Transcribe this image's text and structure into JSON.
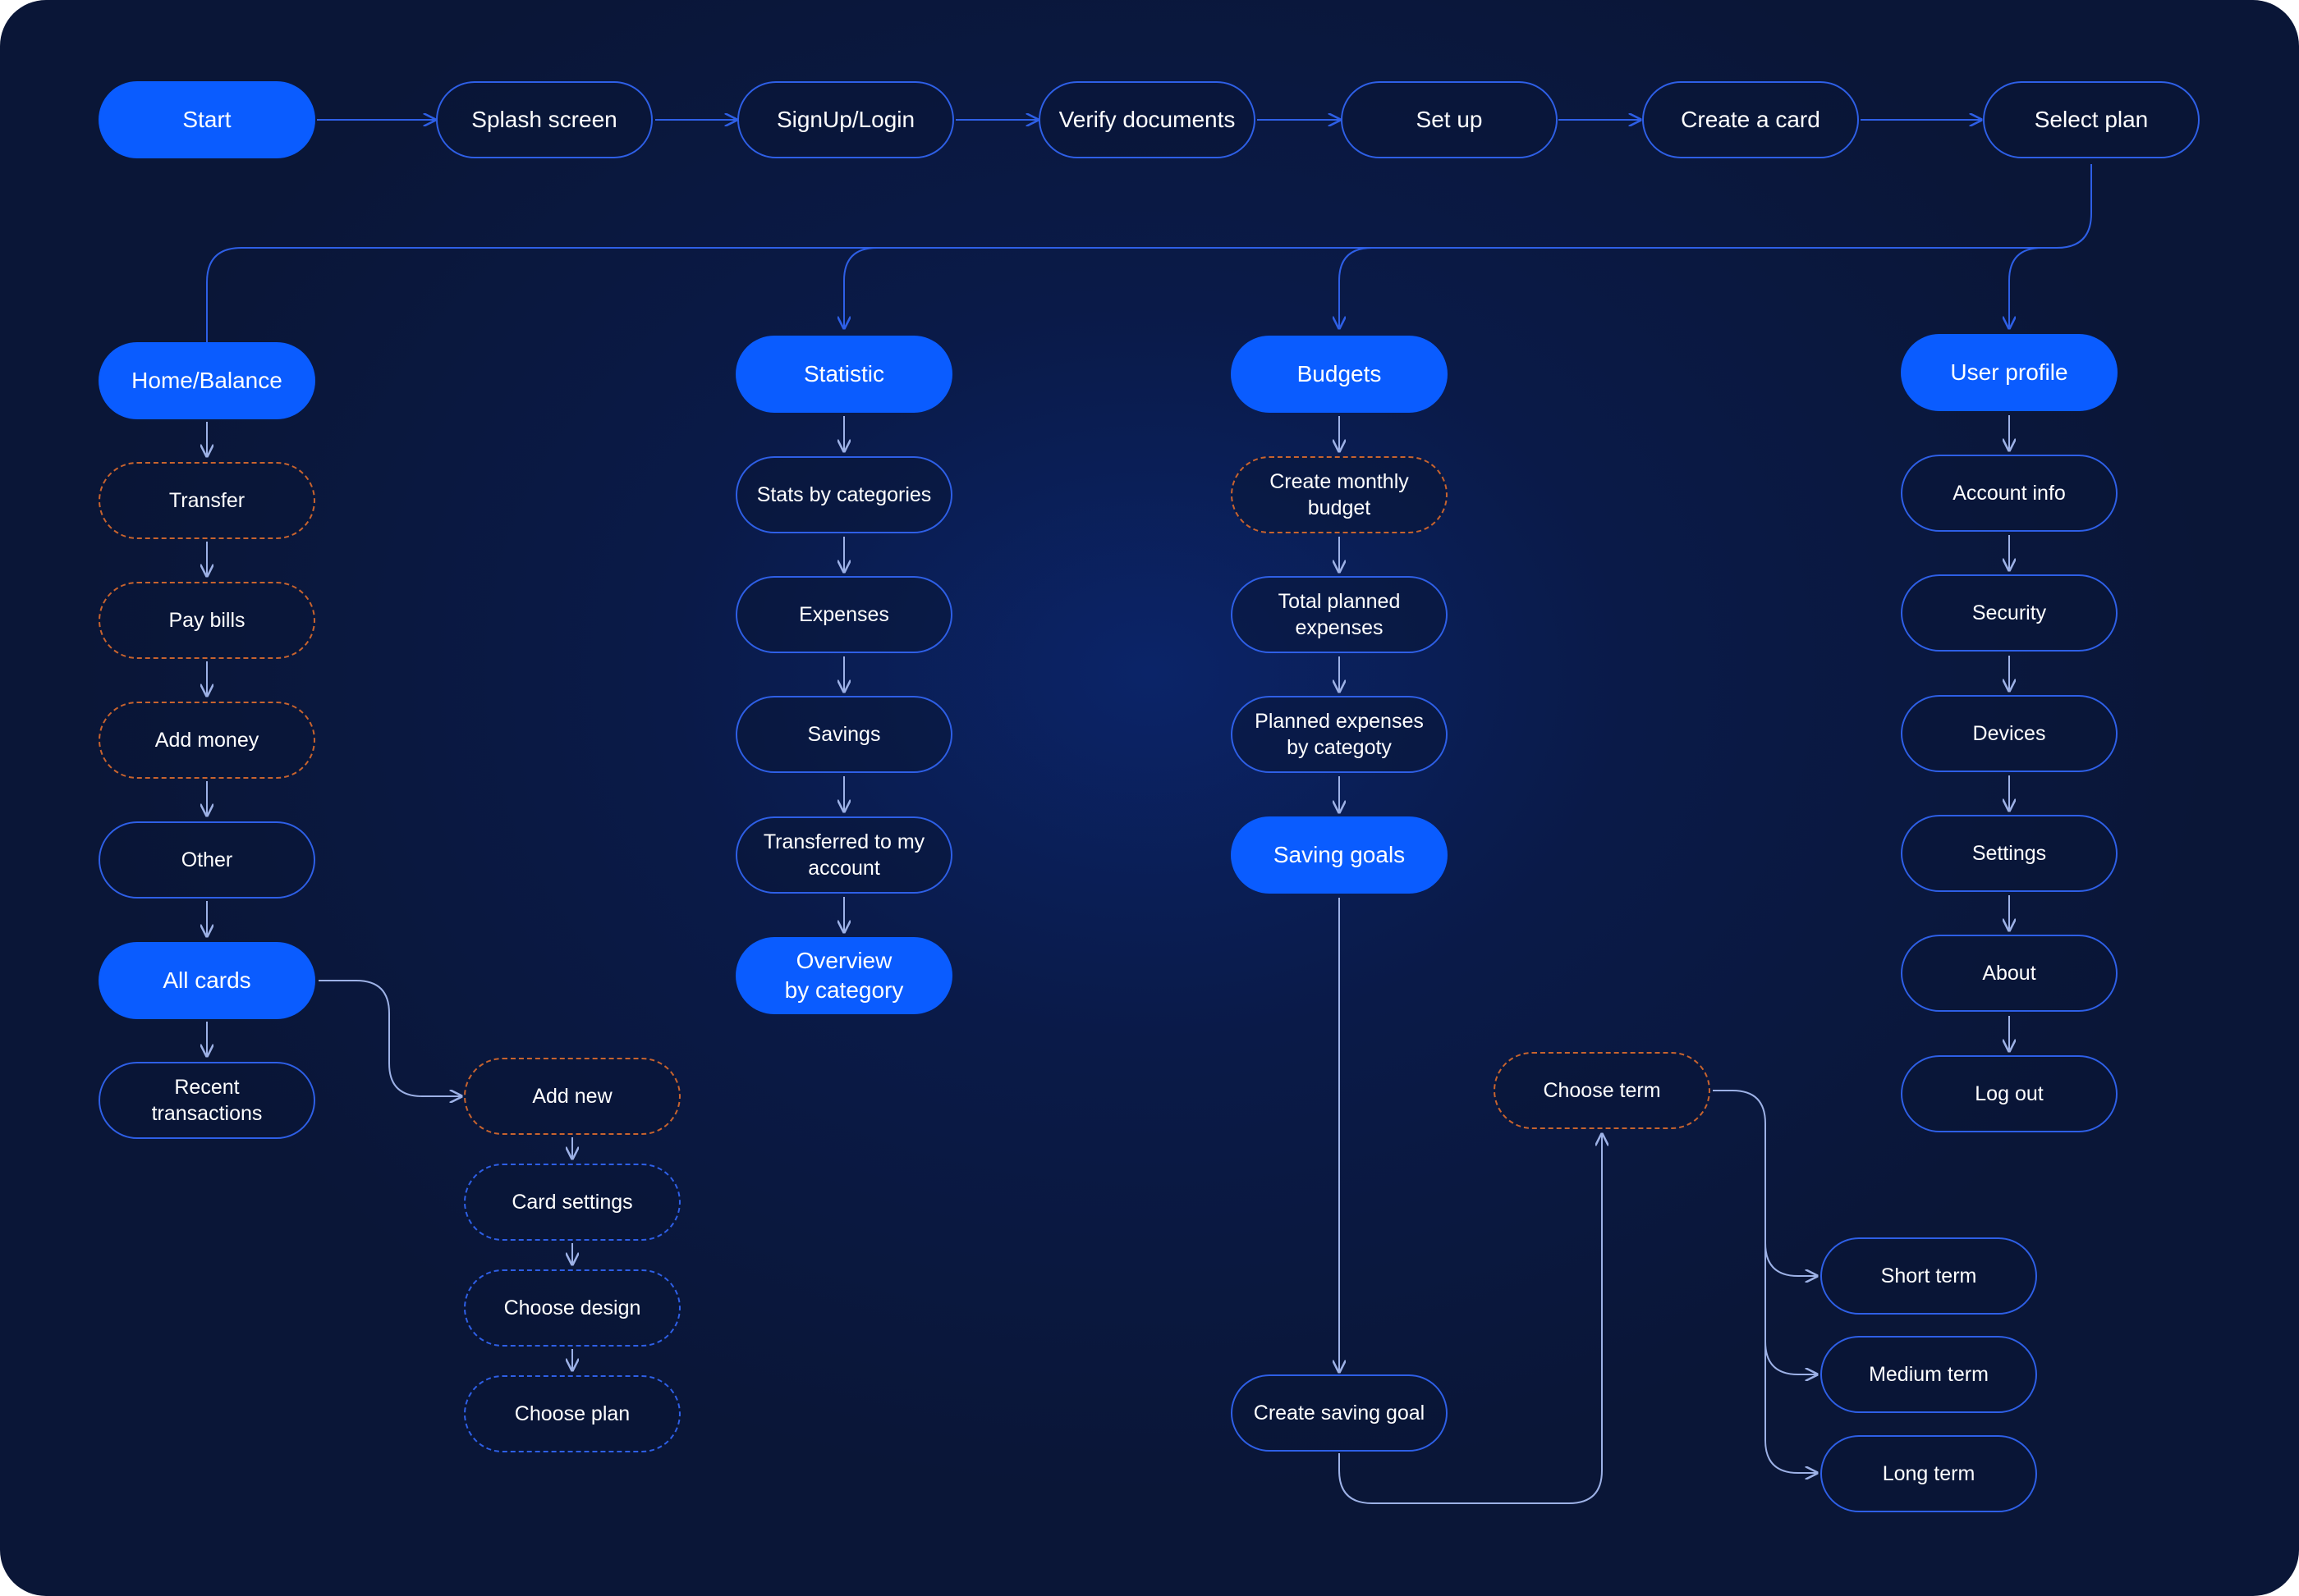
{
  "colors": {
    "background": "#0a1637",
    "accent": "#0a5cff",
    "outline": "#2e5fe6",
    "connector": "#9db1e6",
    "flow_connector": "#2e5fe6",
    "orange_dashed": "#c8632e"
  },
  "onboarding": {
    "start": "Start",
    "splash": "Splash screen",
    "signup": "SignUp/Login",
    "verify": "Verify documents",
    "setup": "Set up",
    "create_card": "Create a card",
    "select_plan": "Select plan"
  },
  "home": {
    "title": "Home/Balance",
    "transfer": "Transfer",
    "pay_bills": "Pay bills",
    "add_money": "Add money",
    "other": "Other",
    "all_cards": "All cards",
    "recent": "Recent\ntransactions"
  },
  "cards": {
    "add_new": "Add new",
    "card_settings": "Card settings",
    "choose_design": "Choose design",
    "choose_plan": "Choose plan"
  },
  "statistic": {
    "title": "Statistic",
    "by_categories": "Stats by categories",
    "expenses": "Expenses",
    "savings": "Savings",
    "transferred": "Transferred to my\naccount",
    "overview": "Overview\nby category"
  },
  "budgets": {
    "title": "Budgets",
    "create_monthly": "Create monthly\nbudget",
    "total_planned": "Total planned\nexpenses",
    "planned_by_category": "Planned expenses\nby categoty",
    "saving_goals": "Saving goals",
    "create_saving_goal": "Create saving goal",
    "choose_term": "Choose term",
    "short_term": "Short term",
    "medium_term": "Medium term",
    "long_term": "Long term"
  },
  "profile": {
    "title": "User profile",
    "account_info": "Account info",
    "security": "Security",
    "devices": "Devices",
    "settings": "Settings",
    "about": "About",
    "log_out": "Log out"
  }
}
